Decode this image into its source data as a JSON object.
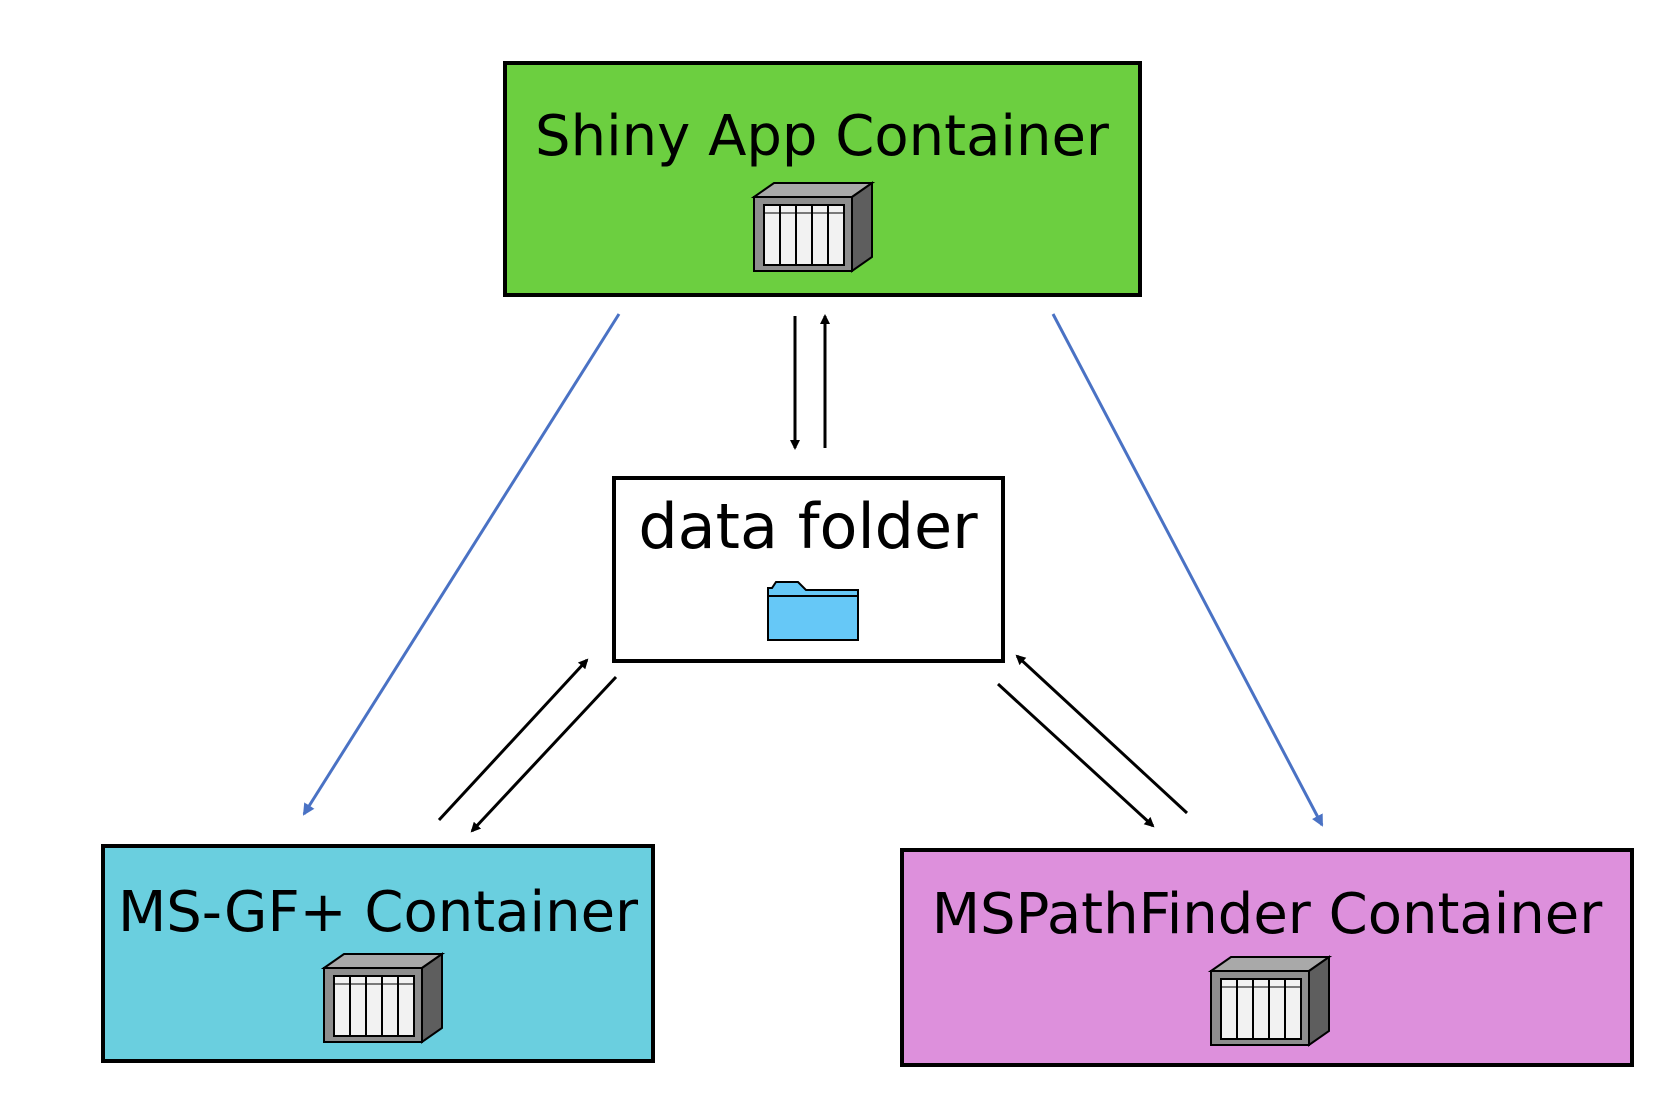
{
  "diagram": {
    "nodes": {
      "shiny": {
        "label": "Shiny App Container",
        "fill": "#6ccf40",
        "icon": "server-rack-icon"
      },
      "data": {
        "label": "data folder",
        "fill": "#ffffff",
        "icon": "folder-icon",
        "icon_color": "#66c8f7"
      },
      "msgf": {
        "label": "MS-GF+ Container",
        "fill": "#6acfdf",
        "icon": "server-rack-icon"
      },
      "mspath": {
        "label": "MSPathFinder Container",
        "fill": "#dd90dc",
        "icon": "server-rack-icon"
      }
    },
    "edge_colors": {
      "control": "#4a72c4",
      "data": "#000000"
    }
  }
}
